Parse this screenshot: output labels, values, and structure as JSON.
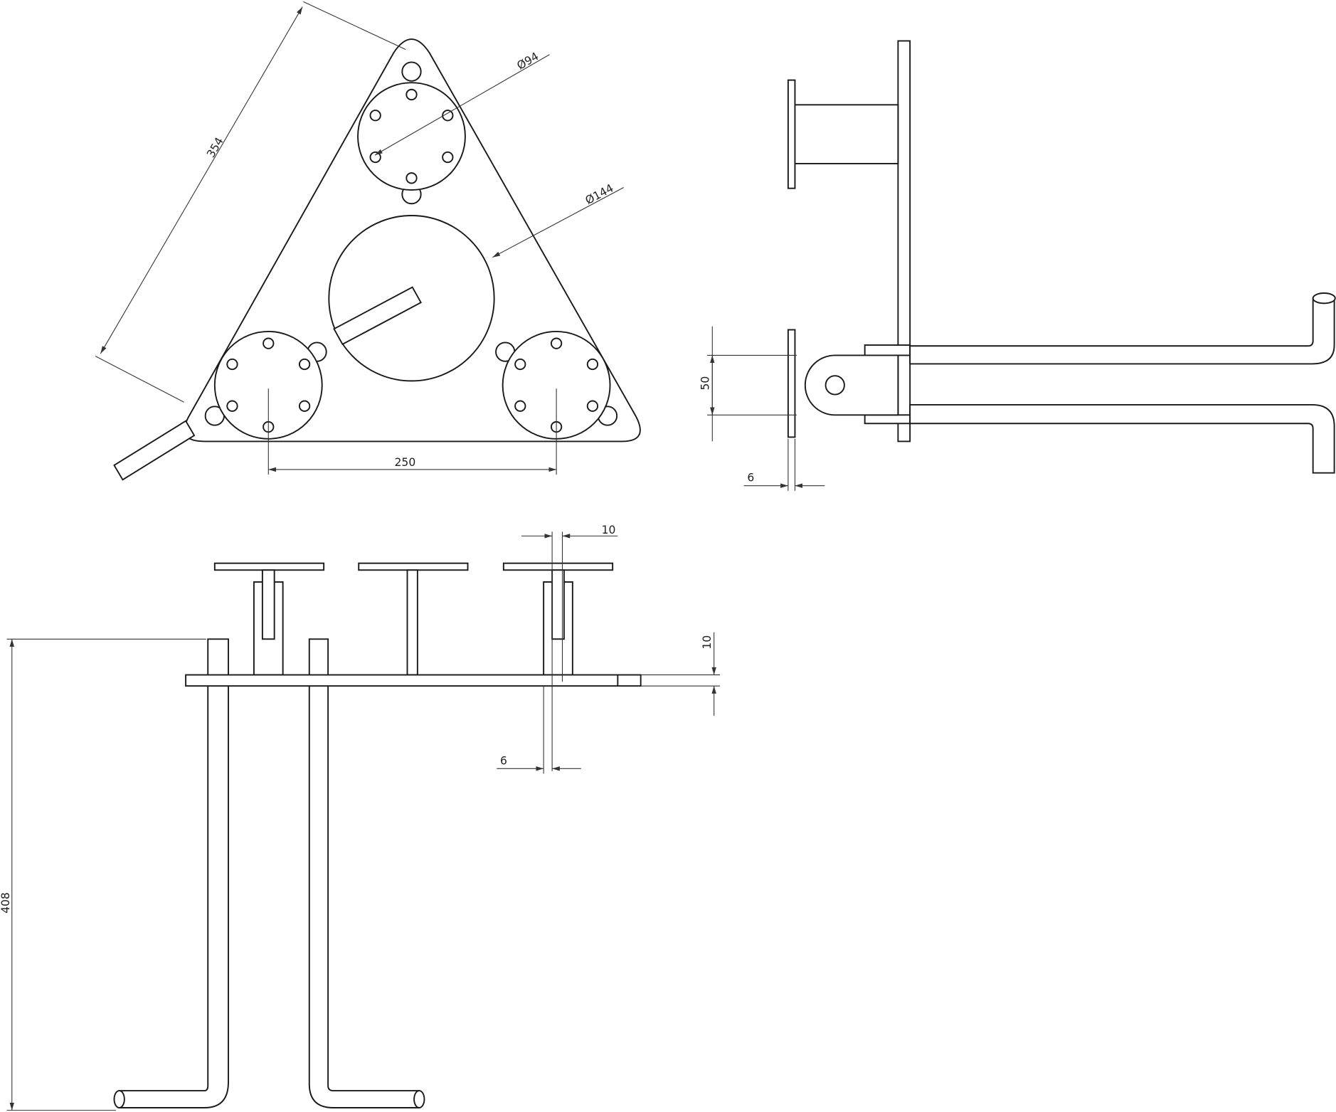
{
  "drawing": {
    "top_view": {
      "dim_side": "354",
      "dim_small_diameter": "Ø94",
      "dim_large_diameter": "Ø144",
      "dim_spacing": "250"
    },
    "side_view": {
      "dim_height": "50",
      "dim_plate_thickness": "6"
    },
    "front_view": {
      "dim_plate_width": "10",
      "dim_base_thickness": "10",
      "dim_stem": "6",
      "dim_leg_length": "408"
    }
  }
}
